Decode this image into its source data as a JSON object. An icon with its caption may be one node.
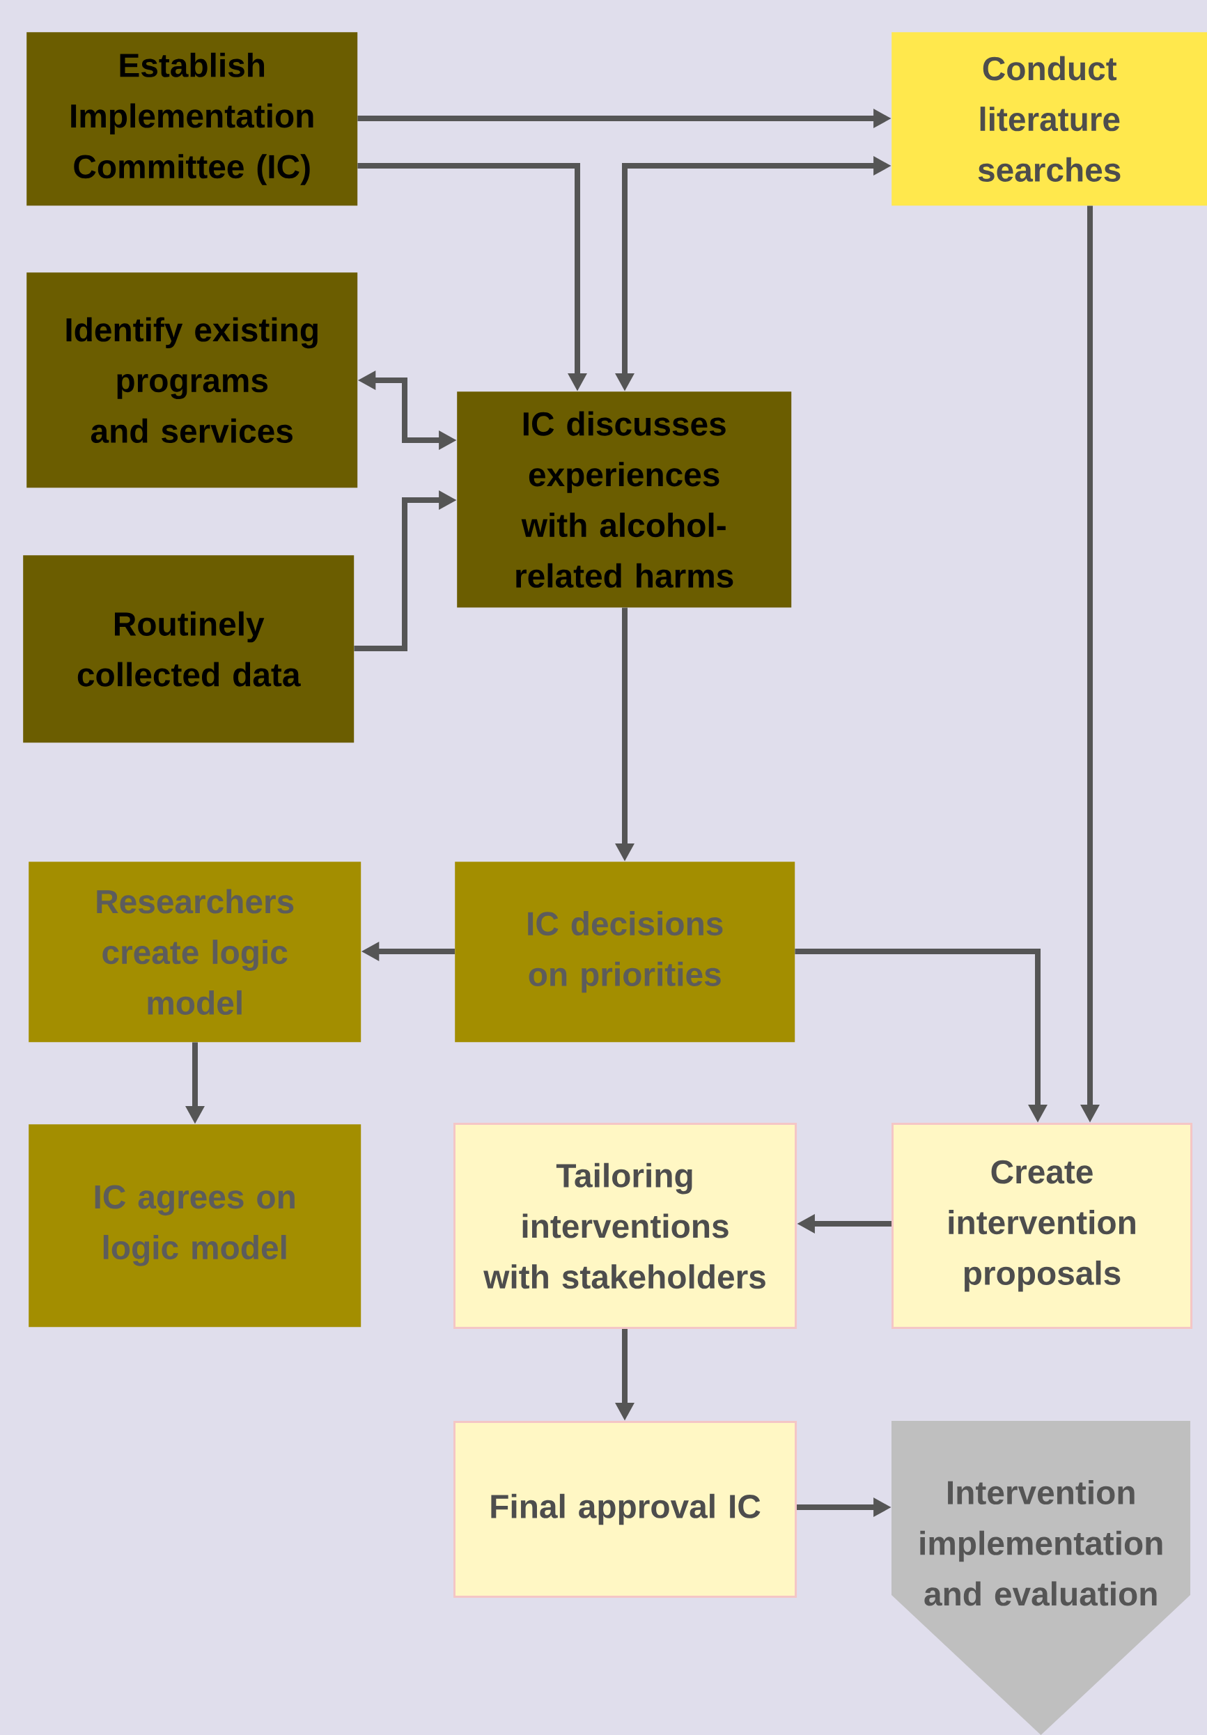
{
  "diagram": {
    "nodes": [
      {
        "text": [
          "Establish Implementation Committee (IC)"
        ]
      },
      {
        "text": [
          "Conduct literature searches"
        ]
      },
      {
        "text": [
          "Identify existing programs and services"
        ]
      },
      {
        "text": [
          "IC discusses experiences with alcohol-related harms"
        ]
      },
      {
        "text": [
          "Routinely collected data"
        ]
      },
      {
        "text": [
          "Researchers create logic model"
        ]
      },
      {
        "text": [
          "IC decisions on priorities"
        ]
      },
      {
        "text": [
          "IC agrees on logic model"
        ]
      },
      {
        "text": [
          "Tailoring interventions with stakeholders"
        ]
      },
      {
        "text": [
          "Create intervention proposals"
        ]
      },
      {
        "text": [
          "Final approval IC"
        ]
      },
      {
        "text": [
          "Intervention implementation and evaluation"
        ]
      }
    ],
    "edges": [
      {
        "from": 0,
        "to": 1,
        "arrow": "to"
      },
      {
        "from": 0,
        "to": 3,
        "arrow": "to"
      },
      {
        "from": 3,
        "to": 1,
        "arrow": "both"
      },
      {
        "from": 2,
        "to": 3,
        "arrow": "both"
      },
      {
        "from": 4,
        "to": 3,
        "arrow": "to"
      },
      {
        "from": 3,
        "to": 6,
        "arrow": "to"
      },
      {
        "from": 6,
        "to": 5,
        "arrow": "to"
      },
      {
        "from": 5,
        "to": 7,
        "arrow": "to"
      },
      {
        "from": 6,
        "to": 9,
        "arrow": "to"
      },
      {
        "from": 1,
        "to": 9,
        "arrow": "to"
      },
      {
        "from": 9,
        "to": 8,
        "arrow": "to"
      },
      {
        "from": 8,
        "to": 10,
        "arrow": "to"
      },
      {
        "from": 10,
        "to": 11,
        "arrow": "to"
      }
    ]
  }
}
